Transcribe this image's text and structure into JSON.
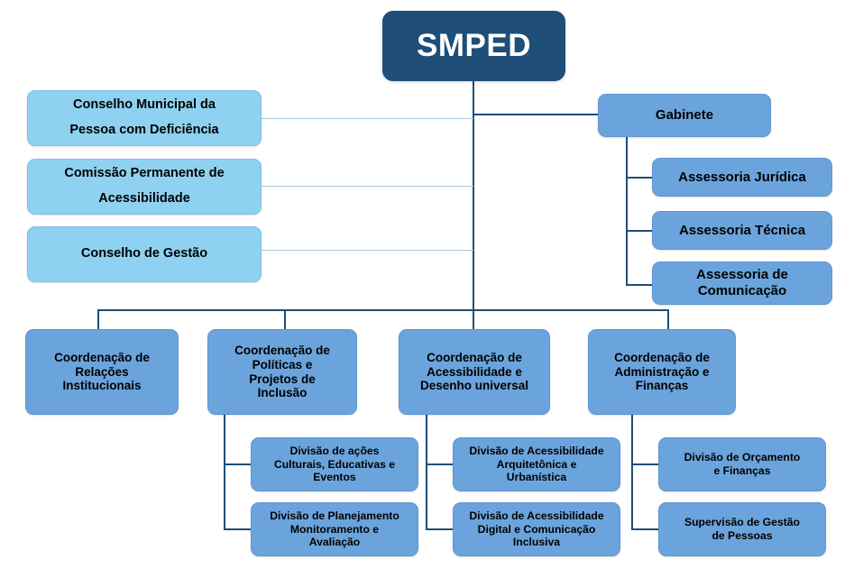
{
  "chart_data": {
    "type": "diagram",
    "diagram_type": "organizational-chart",
    "title": "SMPED",
    "orientation": "top-down",
    "colors": {
      "root_fill": "#1F4E79",
      "root_text": "#FFFFFF",
      "council_fill": "#8ED1F0",
      "unit_fill": "#6BA4DC",
      "node_text": "#000000",
      "connector": "#1F4E79",
      "connector_faint": "#A9C9E4",
      "background": "#FFFFFF"
    },
    "nodes": [
      {
        "id": "smped",
        "label": "SMPED",
        "level": 0,
        "style": "root"
      },
      {
        "id": "conselho-municipal",
        "label": "Conselho Municipal da\nPessoa com Deficiência",
        "level": 1,
        "style": "council",
        "parent": "smped"
      },
      {
        "id": "comissao-permanente",
        "label": "Comissão Permanente de\nAcessibilidade",
        "level": 1,
        "style": "council",
        "parent": "smped"
      },
      {
        "id": "conselho-gestao",
        "label": "Conselho de Gestão",
        "level": 1,
        "style": "council",
        "parent": "smped"
      },
      {
        "id": "gabinete",
        "label": "Gabinete",
        "level": 1,
        "style": "unit",
        "parent": "smped"
      },
      {
        "id": "assessoria-juridica",
        "label": "Assessoria Jurídica",
        "level": 2,
        "style": "unit",
        "parent": "gabinete"
      },
      {
        "id": "assessoria-tecnica",
        "label": "Assessoria Técnica",
        "level": 2,
        "style": "unit",
        "parent": "gabinete"
      },
      {
        "id": "assessoria-comunicacao",
        "label": "Assessoria de\nComunicação",
        "level": 2,
        "style": "unit",
        "parent": "gabinete"
      },
      {
        "id": "coord-relacoes",
        "label": "Coordenação de\nRelações\nInstitucionais",
        "level": 2,
        "style": "unit",
        "parent": "smped"
      },
      {
        "id": "coord-politicas",
        "label": "Coordenação de\nPolíticas e\nProjetos de\nInclusão",
        "level": 2,
        "style": "unit",
        "parent": "smped"
      },
      {
        "id": "coord-acessibilidade",
        "label": "Coordenação de\nAcessibilidade e\nDesenho universal",
        "level": 2,
        "style": "unit",
        "parent": "smped"
      },
      {
        "id": "coord-administracao",
        "label": "Coordenação de\nAdministração e\nFinanças",
        "level": 2,
        "style": "unit",
        "parent": "smped"
      },
      {
        "id": "div-acoes-culturais",
        "label": "Divisão de ações\nCulturais, Educativas e\nEventos",
        "level": 3,
        "style": "unit",
        "parent": "coord-politicas"
      },
      {
        "id": "div-planejamento",
        "label": "Divisão de Planejamento\nMonitoramento e\nAvaliação",
        "level": 3,
        "style": "unit",
        "parent": "coord-politicas"
      },
      {
        "id": "div-acess-arquitetonica",
        "label": "Divisão de Acessibilidade\nArquitetônica e\nUrbanística",
        "level": 3,
        "style": "unit",
        "parent": "coord-acessibilidade"
      },
      {
        "id": "div-acess-digital",
        "label": "Divisão de Acessibilidade\nDigital e Comunicação\nInclusiva",
        "level": 3,
        "style": "unit",
        "parent": "coord-acessibilidade"
      },
      {
        "id": "div-orcamento",
        "label": "Divisão de Orçamento\ne Finanças",
        "level": 3,
        "style": "unit",
        "parent": "coord-administracao"
      },
      {
        "id": "sup-gestao-pessoas",
        "label": "Supervisão de Gestão\nde Pessoas",
        "level": 3,
        "style": "unit",
        "parent": "coord-administracao"
      }
    ]
  },
  "root": {
    "label": "SMPED"
  },
  "councils": {
    "items": [
      {
        "label": "Conselho Municipal da\nPessoa com Deficiência"
      },
      {
        "label": "Comissão Permanente de\nAcessibilidade"
      },
      {
        "label": "Conselho de Gestão"
      }
    ]
  },
  "cabinet": {
    "label": "Gabinete",
    "advisories": [
      {
        "label": "Assessoria Jurídica"
      },
      {
        "label": "Assessoria Técnica"
      },
      {
        "label": "Assessoria de\nComunicação"
      }
    ]
  },
  "coordinations": [
    {
      "label": "Coordenação de\nRelações\nInstitucionais",
      "divisions": []
    },
    {
      "label": "Coordenação de\nPolíticas e\nProjetos de\nInclusão",
      "divisions": [
        {
          "label": "Divisão de ações\nCulturais, Educativas e\nEventos"
        },
        {
          "label": "Divisão de Planejamento\nMonitoramento e\nAvaliação"
        }
      ]
    },
    {
      "label": "Coordenação de\nAcessibilidade e\nDesenho universal",
      "divisions": [
        {
          "label": "Divisão de Acessibilidade\nArquitetônica e\nUrbanística"
        },
        {
          "label": "Divisão de Acessibilidade\nDigital e Comunicação\nInclusiva"
        }
      ]
    },
    {
      "label": "Coordenação de\nAdministração e\nFinanças",
      "divisions": [
        {
          "label": "Divisão de Orçamento\ne Finanças"
        },
        {
          "label": "Supervisão de Gestão\nde Pessoas"
        }
      ]
    }
  ]
}
